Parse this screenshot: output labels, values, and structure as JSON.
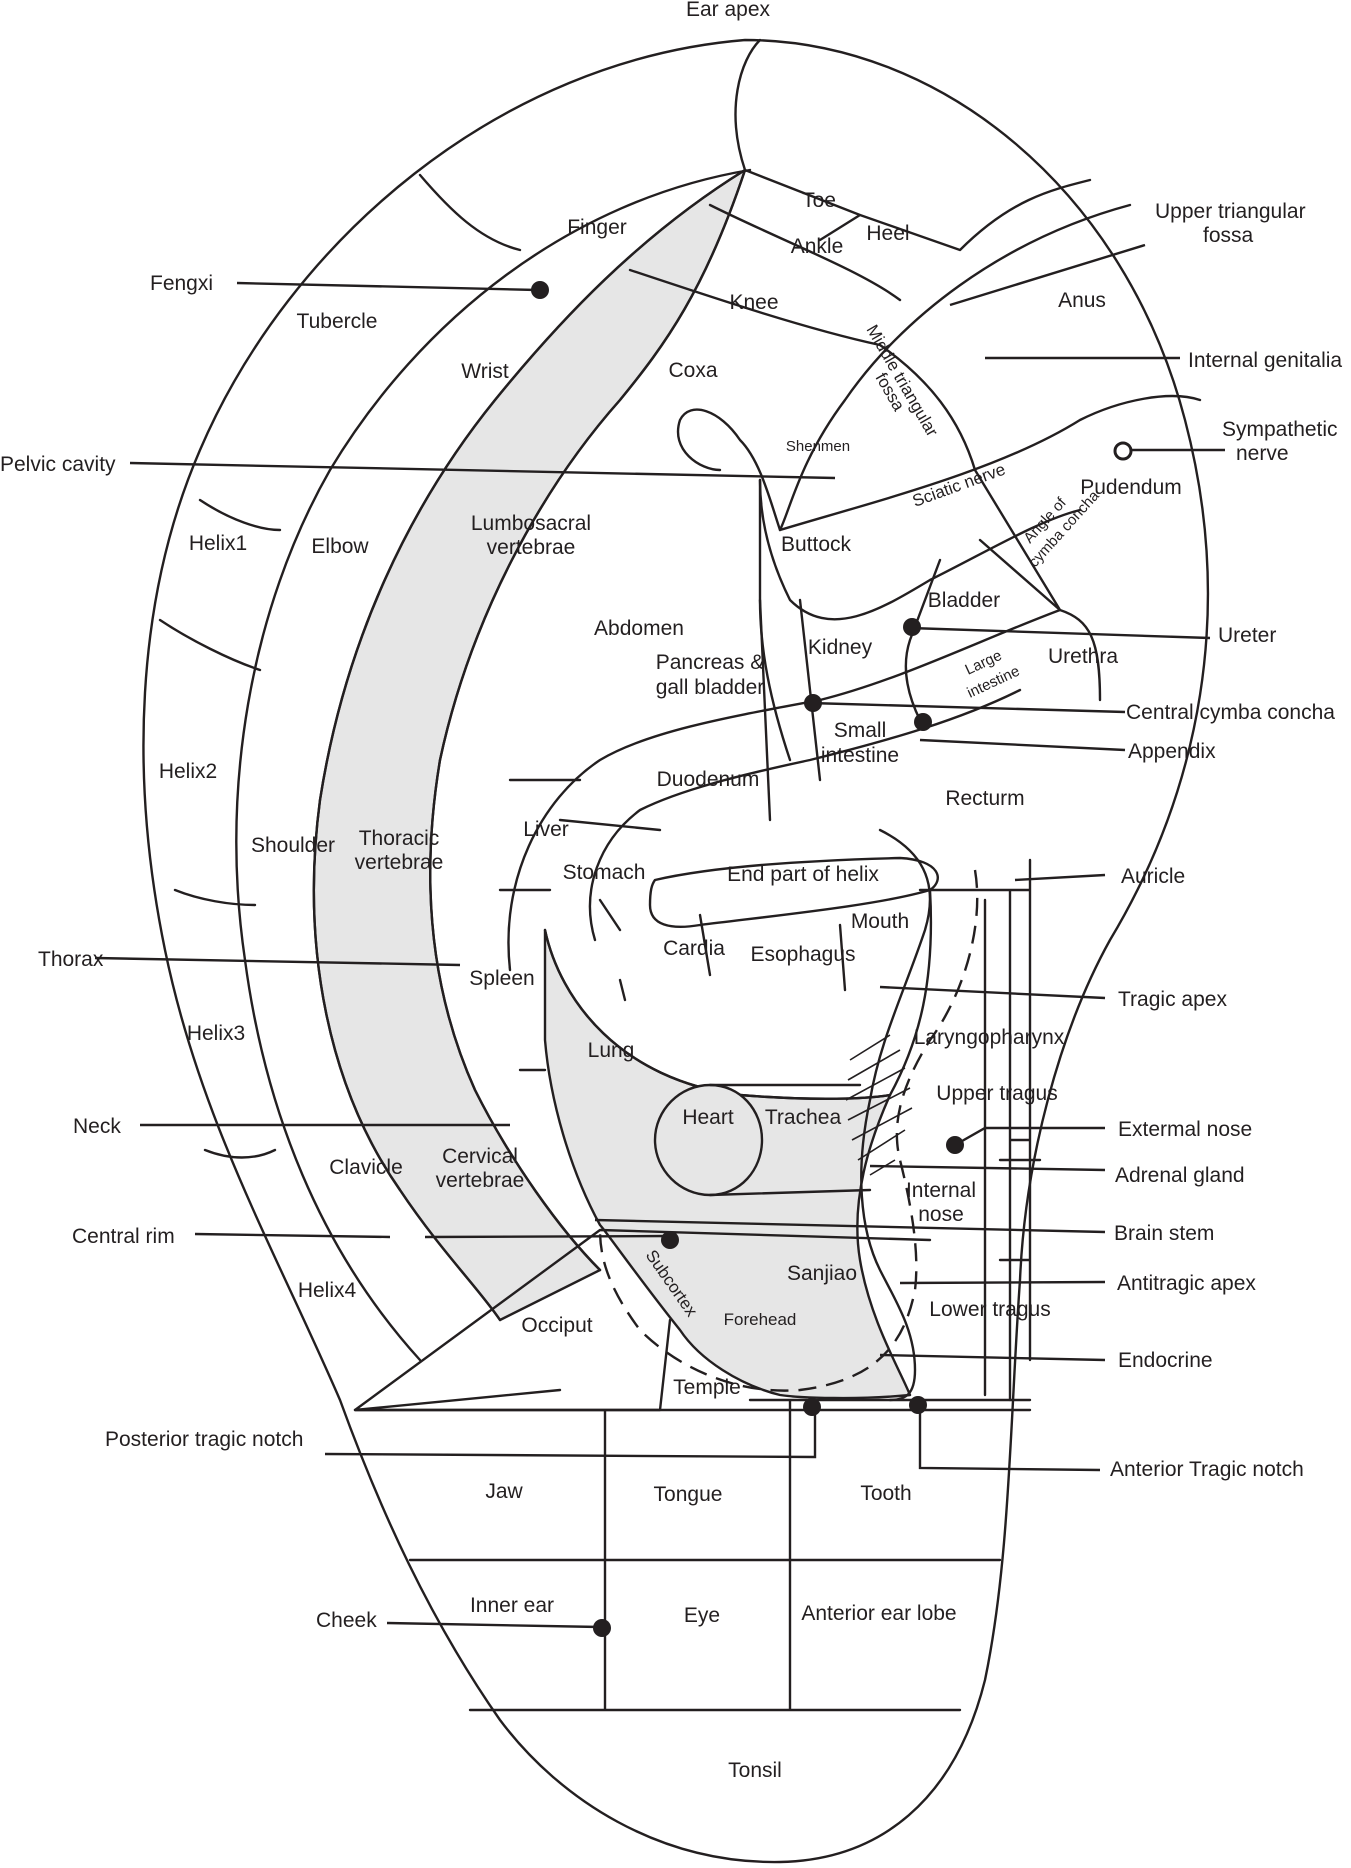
{
  "colors": {
    "line": "#231f20",
    "shaded": "#e6e6e6",
    "background": "#ffffff"
  },
  "labels": {
    "ear_apex": "Ear apex",
    "finger": "Finger",
    "toe": "Toe",
    "heel": "Heel",
    "ankle": "Ankle",
    "knee": "Knee",
    "anus": "Anus",
    "coxa": "Coxa",
    "tubercle": "Tubercle",
    "wrist": "Wrist",
    "middle_triangular_1": "Middle triangular",
    "middle_triangular_2": "fossa",
    "shenmen": "Shenmen",
    "sciatic_nerve": "Sciatic nerve",
    "pudendum": "Pudendum",
    "angle_cymba_1": "Angle of",
    "angle_cymba_2": "cymba concha",
    "helix1": "Helix1",
    "elbow": "Elbow",
    "lumbosacral_1": "Lumbosacral",
    "lumbosacral_2": "vertebrae",
    "buttock": "Buttock",
    "bladder": "Bladder",
    "abdomen": "Abdomen",
    "kidney": "Kidney",
    "pancreas_1": "Pancreas &",
    "pancreas_2": "gall bladder",
    "large_intestine_1": "Large",
    "large_intestine_2": "intestine",
    "urethra": "Urethra",
    "small_intestine_1": "Small",
    "small_intestine_2": "intestine",
    "helix2": "Helix2",
    "duodenum": "Duodenum",
    "recturm": "Recturm",
    "liver": "Liver",
    "shoulder": "Shoulder",
    "thoracic_1": "Thoracic",
    "thoracic_2": "vertebrae",
    "stomach": "Stomach",
    "end_part_of_helix": "End part of helix",
    "mouth": "Mouth",
    "cardia": "Cardia",
    "esophagus": "Esophagus",
    "spleen": "Spleen",
    "helix3": "Helix3",
    "lung": "Lung",
    "laryngopharynx": "Laryngopharynx",
    "upper_tragus": "Upper tragus",
    "heart": "Heart",
    "trachea": "Trachea",
    "clavicle": "Clavicle",
    "cervical_1": "Cervical",
    "cervical_2": "vertebrae",
    "internal_nose_1": "Internal",
    "internal_nose_2": "nose",
    "sanjiao": "Sanjiao",
    "subcortex": "Subcortex",
    "forehead": "Forehead",
    "helix4": "Helix4",
    "occiput": "Occiput",
    "lower_tragus": "Lower tragus",
    "temple": "Temple",
    "jaw": "Jaw",
    "tongue": "Tongue",
    "tooth": "Tooth",
    "inner_ear": "Inner ear",
    "eye": "Eye",
    "anterior_ear_lobe": "Anterior ear lobe",
    "tonsil": "Tonsil"
  },
  "callouts": {
    "fengxi": "Fengxi",
    "pelvic_cavity": "Pelvic cavity",
    "thorax": "Thorax",
    "neck": "Neck",
    "central_rim": "Central rim",
    "posterior_tragic_notch": "Posterior tragic notch",
    "cheek": "Cheek",
    "upper_triangular_1": "Upper triangular",
    "upper_triangular_2": "fossa",
    "internal_genitalia": "Internal genitalia",
    "sympathetic_1": "Sympathetic",
    "sympathetic_2": "nerve",
    "ureter": "Ureter",
    "central_cymba_concha": "Central cymba concha",
    "appendix": "Appendix",
    "auricle": "Auricle",
    "tragic_apex": "Tragic apex",
    "extermal_nose": "Extermal nose",
    "adrenal_gland": "Adrenal gland",
    "brain_stem": "Brain stem",
    "antitragic_apex": "Antitragic apex",
    "endocrine": "Endocrine",
    "anterior_tragic_notch": "Anterior Tragic notch"
  }
}
